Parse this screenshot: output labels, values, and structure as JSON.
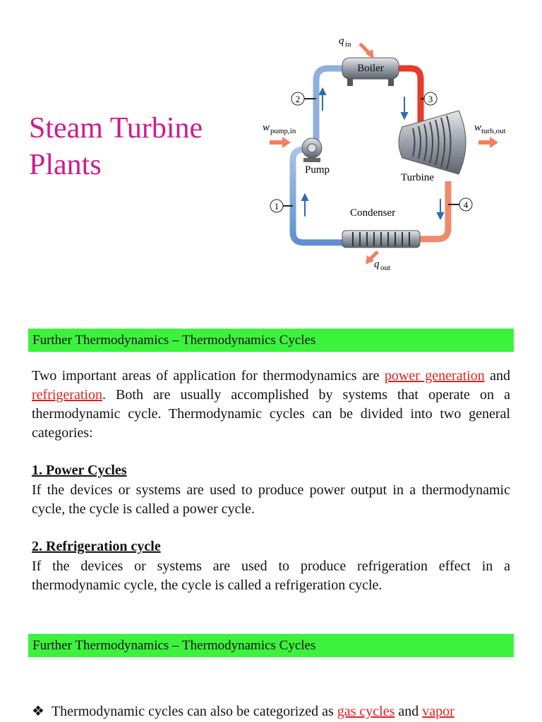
{
  "title_line1": "Steam Turbine",
  "title_line2": "Plants",
  "diagram": {
    "q_in": "q",
    "q_in_sub": "in",
    "boiler": "Boiler",
    "w_pump": "w",
    "w_pump_sub": "pump,in",
    "pump": "Pump",
    "w_turb": "w",
    "w_turb_sub": "turb,out",
    "turbine": "Turbine",
    "condenser": "Condenser",
    "q_out": "q",
    "q_out_sub": "out",
    "state1": "1",
    "state2": "2",
    "state3": "3",
    "state4": "4"
  },
  "banner1": "Further Thermodynamics – Thermodynamics Cycles",
  "intro": {
    "t1": "Two important areas of application for thermodynamics are ",
    "link1": "power generation",
    "t2": " and ",
    "link2": "refrigeration",
    "t3": ". Both are usually accomplished by systems that operate on a thermodynamic cycle. Thermodynamic cycles can be divided into two general categories:"
  },
  "power": {
    "heading": "1. Power Cycles",
    "text": "If the devices or systems are used to produce power output in a thermodynamic cycle, the cycle is called a power cycle."
  },
  "refrig": {
    "heading": "2. Refrigeration cycle",
    "text": "If the devices or systems are used to produce refrigeration effect in a thermodynamic cycle, the cycle is called a refrigeration cycle."
  },
  "banner2": "Further Thermodynamics – Thermodynamics Cycles",
  "bullet": {
    "symbol": "❖",
    "t1": "Thermodynamic cycles can also be categorized as ",
    "link1": "gas cycles",
    "t2": " and ",
    "link2": "vapor"
  }
}
